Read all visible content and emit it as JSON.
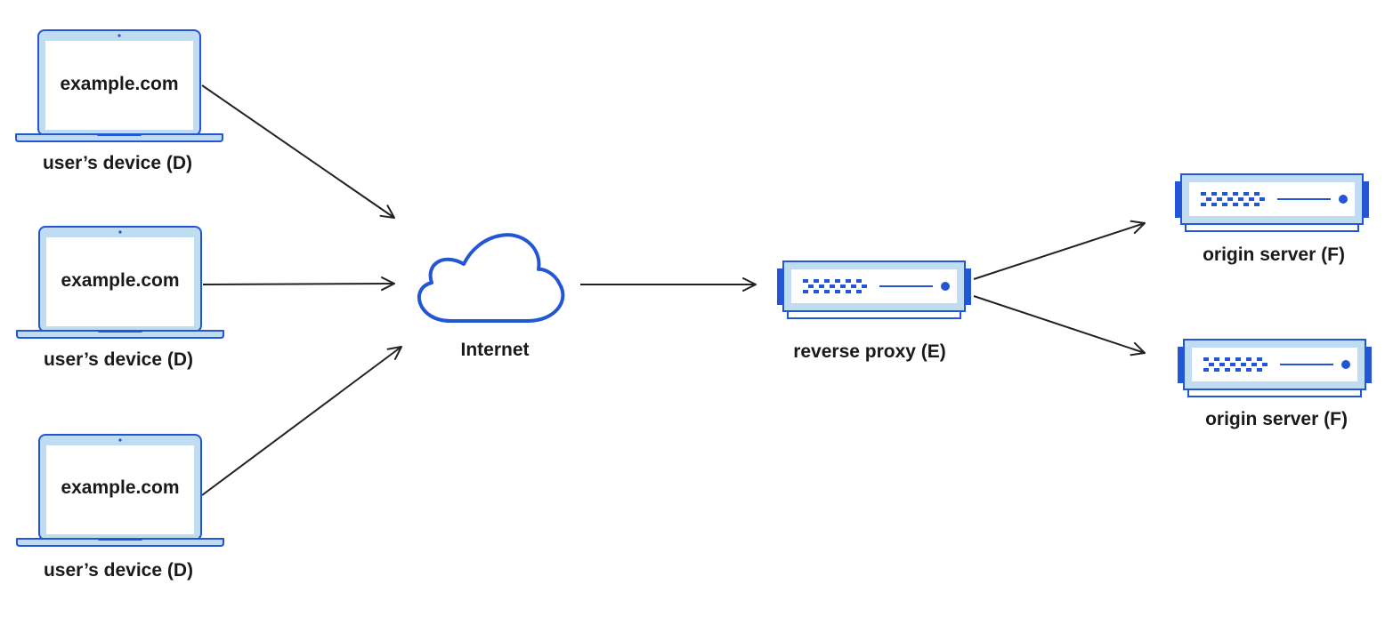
{
  "colors": {
    "blue": "#2356d4",
    "light_blue": "#bfdcf0",
    "line": "#222222",
    "text": "#1a1a1a",
    "background": "#ffffff"
  },
  "devices": [
    {
      "screen_text": "example.com",
      "label": "user’s device (D)",
      "icon": "laptop-icon"
    },
    {
      "screen_text": "example.com",
      "label": "user’s device (D)",
      "icon": "laptop-icon"
    },
    {
      "screen_text": "example.com",
      "label": "user’s device (D)",
      "icon": "laptop-icon"
    }
  ],
  "internet": {
    "label": "Internet",
    "icon": "cloud-icon"
  },
  "proxy": {
    "label": "reverse proxy (E)",
    "icon": "server-icon"
  },
  "origins": [
    {
      "label": "origin server (F)",
      "icon": "server-icon"
    },
    {
      "label": "origin server (F)",
      "icon": "server-icon"
    }
  ],
  "connections": [
    {
      "from": "devices.0",
      "to": "internet"
    },
    {
      "from": "devices.1",
      "to": "internet"
    },
    {
      "from": "devices.2",
      "to": "internet"
    },
    {
      "from": "internet",
      "to": "proxy"
    },
    {
      "from": "proxy",
      "to": "origins.0"
    },
    {
      "from": "proxy",
      "to": "origins.1"
    }
  ]
}
